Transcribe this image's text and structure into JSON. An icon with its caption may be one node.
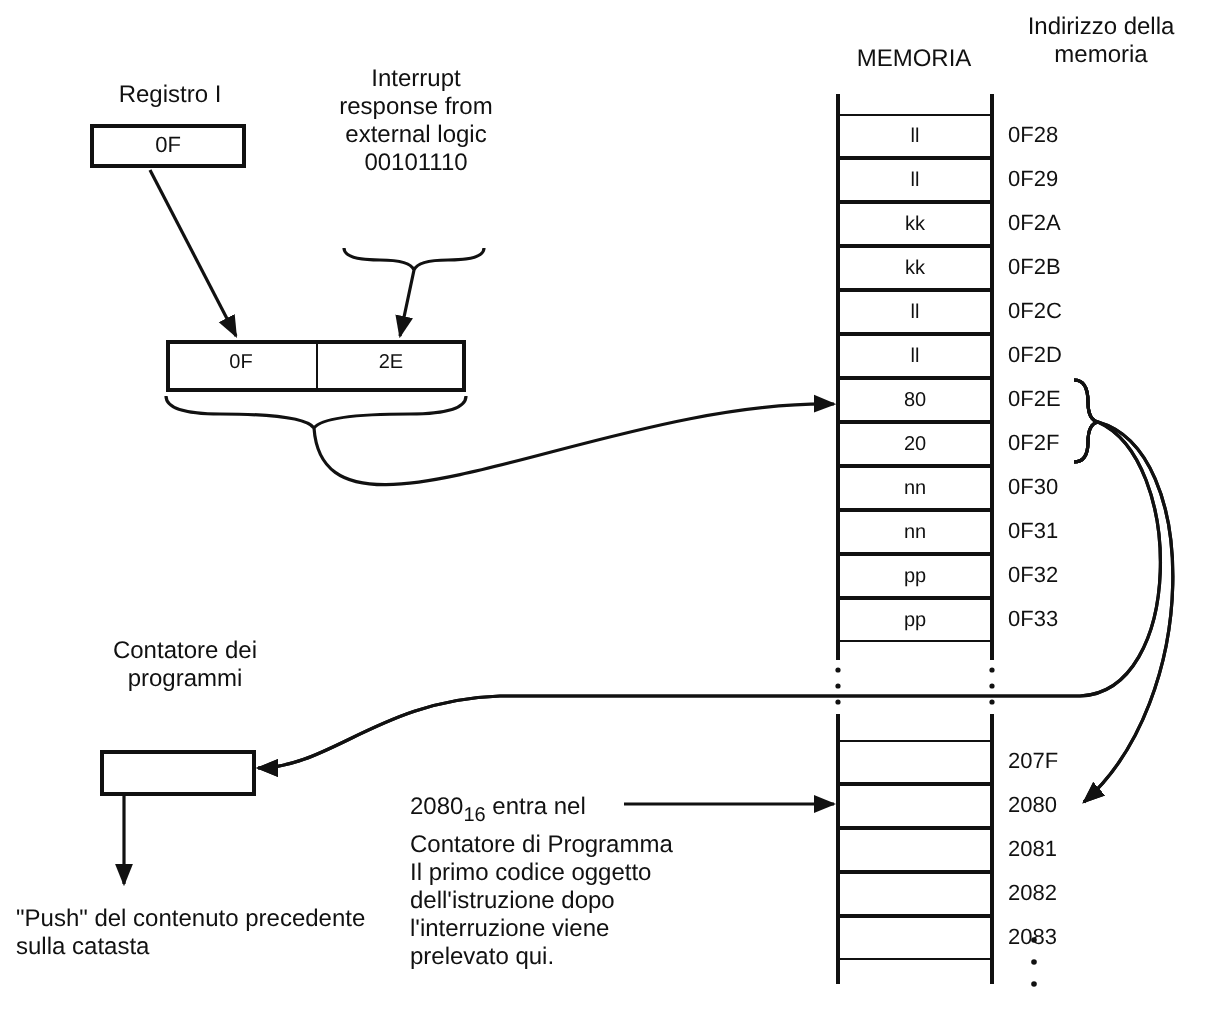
{
  "diagram": {
    "nodes": [
      {
        "text": [
          "Registro I",
          "0F"
        ]
      },
      {
        "text": [
          "Interrupt response from external logic 00101110"
        ]
      },
      {
        "text": [],
        "shape": "box"
      },
      {
        "text": [
          "0F"
        ],
        "in": 2
      },
      {
        "text": [
          "2E"
        ],
        "in": 2
      },
      {
        "text": [
          "MEMORIA"
        ]
      },
      {
        "text": [
          "ll"
        ],
        "in": 5,
        "beside": [
          "0F28"
        ]
      },
      {
        "text": [
          "ll"
        ],
        "in": 5,
        "beside": [
          "0F29"
        ]
      },
      {
        "text": [
          "kk"
        ],
        "in": 5,
        "beside": [
          "0F2A"
        ]
      },
      {
        "text": [
          "kk"
        ],
        "in": 5,
        "beside": [
          "0F2B"
        ]
      },
      {
        "text": [
          "ll"
        ],
        "in": 5,
        "beside": [
          "0F2C"
        ]
      },
      {
        "text": [
          "ll"
        ],
        "in": 5,
        "beside": [
          "0F2D"
        ]
      },
      {
        "text": [
          "80"
        ],
        "in": 5,
        "beside": [
          "0F2E"
        ]
      },
      {
        "text": [
          "20"
        ],
        "in": 5,
        "beside": [
          "0F2F"
        ]
      },
      {
        "text": [
          "nn"
        ],
        "in": 5,
        "beside": [
          "0F30"
        ]
      },
      {
        "text": [
          "nn"
        ],
        "in": 5,
        "beside": [
          "0F31"
        ]
      },
      {
        "text": [
          "pp"
        ],
        "in": 5,
        "beside": [
          "0F32"
        ]
      },
      {
        "text": [
          "pp"
        ],
        "in": 5,
        "beside": [
          "0F33"
        ]
      },
      {
        "text": [],
        "shape": "box",
        "in": 5,
        "beside": [
          "207F"
        ]
      },
      {
        "text": [],
        "shape": "box",
        "in": 5,
        "beside": [
          "2080"
        ]
      },
      {
        "text": [],
        "shape": "box",
        "in": 5,
        "beside": [
          "2081"
        ]
      },
      {
        "text": [],
        "shape": "box",
        "in": 5,
        "beside": [
          "2082"
        ]
      },
      {
        "text": [],
        "shape": "box",
        "in": 5,
        "beside": [
          "2083"
        ]
      },
      {
        "text": [
          "Contatore dei programmi"
        ]
      },
      {
        "text": [
          "\"Push\" del contenuto precedente sulla catasta"
        ]
      },
      {
        "text": [
          "2080$_{16}$ entra nel Contatore di Programma Il primo codice oggetto dell'istruzione dopo l'interruzione viene prelevato qui."
        ]
      }
    ],
    "edges": [
      {
        "from": 0,
        "to": 3,
        "arrow": "to"
      },
      {
        "from": 1,
        "to": 4,
        "arrow": "to"
      },
      {
        "from": 2,
        "to": 12,
        "arrow": "to"
      },
      {
        "from": 12,
        "to": 19,
        "arrow": "to"
      },
      {
        "from": 13,
        "to": 19,
        "arrow": "to"
      },
      {
        "from": 12,
        "to": 23,
        "arrow": "to"
      },
      {
        "from": 13,
        "to": 23,
        "arrow": "to"
      },
      {
        "from": 23,
        "to": 24,
        "arrow": "to"
      },
      {
        "from": 25,
        "to": 19,
        "arrow": "to"
      }
    ],
    "labels": [
      "Indirizzo della memoria"
    ]
  }
}
